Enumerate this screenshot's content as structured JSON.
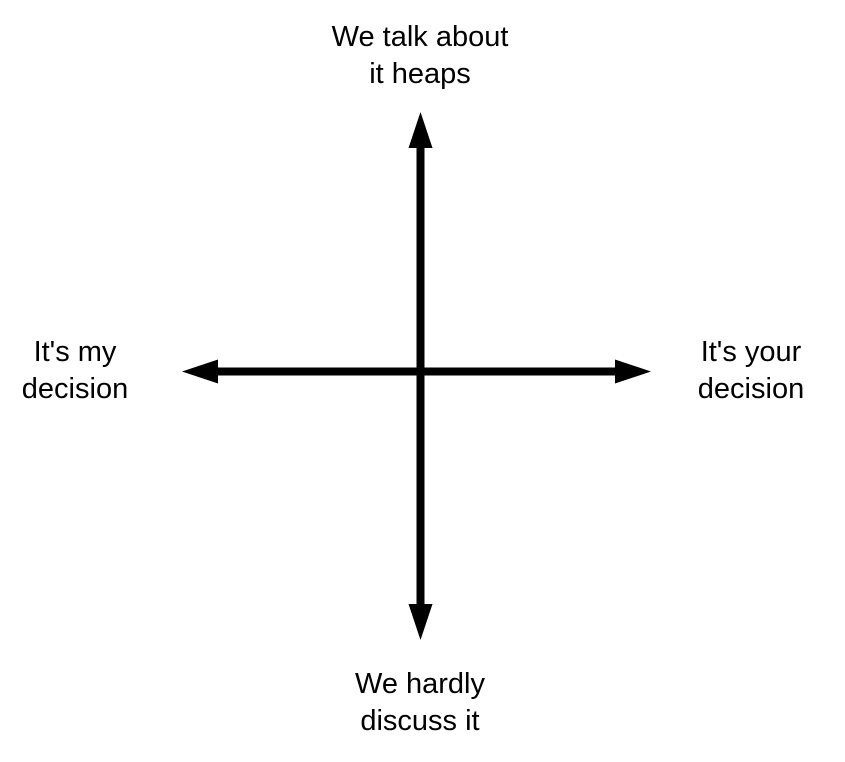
{
  "diagram": {
    "type": "quadrant-axes",
    "background_color": "#ffffff",
    "axis_color": "#000000",
    "axes": {
      "vertical": {
        "top_label": "We talk about\nit heaps",
        "bottom_label": "We hardly\ndiscuss it"
      },
      "horizontal": {
        "left_label": "It's my\ndecision",
        "right_label": "It's your\ndecision"
      }
    }
  }
}
